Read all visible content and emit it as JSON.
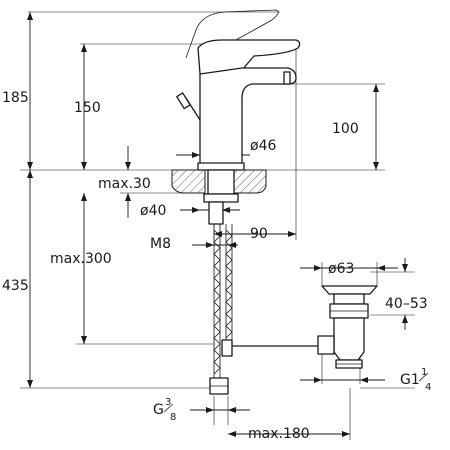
{
  "dimensions": {
    "total_height": "185",
    "spout_height": "150",
    "body_height": "100",
    "body_diameter": "ø46",
    "max_deck": "max.30",
    "hole_diameter": "ø40",
    "fixing_thread": "M8",
    "spout_reach": "90",
    "max_hose": "max.300",
    "total_depth": "435",
    "waste_diameter": "ø63",
    "waste_height": "40–53",
    "waste_thread_main": "G1",
    "waste_thread_num": "1",
    "waste_thread_den": "4",
    "supply_thread_main": "G",
    "supply_thread_num": "3",
    "supply_thread_den": "8",
    "max_waste_offset": "max.180"
  }
}
